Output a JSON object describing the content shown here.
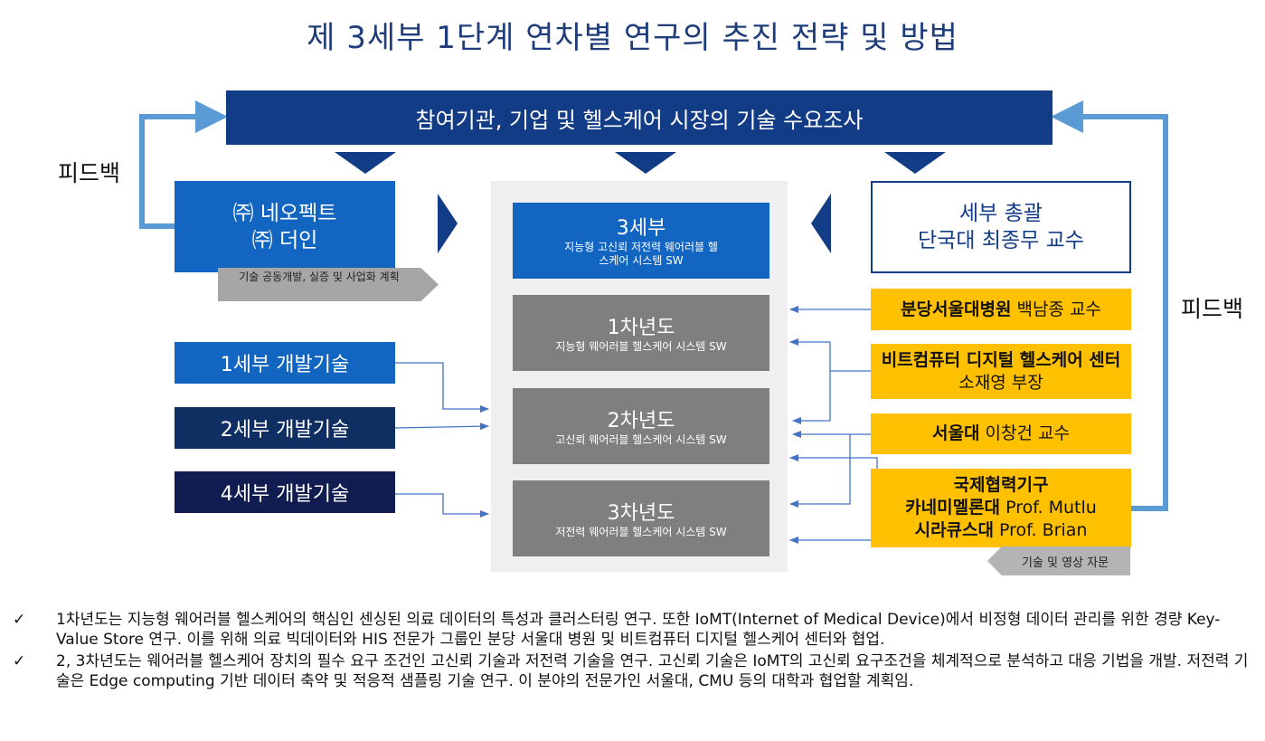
{
  "title": "제 3세부 1단계 연차별 연구의 추진 전략 및 방법",
  "survey": "참여기관, 기업 및 헬스케어 시장의 기술 수요조사",
  "feedback_left": "피드백",
  "feedback_right": "피드백",
  "partner_company": {
    "line1": "㈜ 네오펙트",
    "line2": "㈜ 더인"
  },
  "partner_note": "기술 공동개발, 실증 및 사업화 계획",
  "center": {
    "box3_title": "3세부",
    "box3_sub": "지능형 고신뢰 저전력 웨어러블 헬스케어 시스템 SW",
    "years": [
      {
        "title": "1차년도",
        "sub": "지능형 웨어러블 헬스케어 시스템 SW"
      },
      {
        "title": "2차년도",
        "sub": "고신뢰 웨어러블 헬스케어 시스템 SW"
      },
      {
        "title": "3차년도",
        "sub": "저전력 웨어러블 헬스케어 시스템 SW"
      }
    ]
  },
  "dev_tech": [
    {
      "label": "1세부 개발기술",
      "color": "#1266c1"
    },
    {
      "label": "2세부 개발기술",
      "color": "#0f2f63"
    },
    {
      "label": "4세부 개발기술",
      "color": "#111c50"
    }
  ],
  "lead": {
    "line1": "세부 총괄",
    "line2_bold": "단국대",
    "line2_rest": " 최종무 교수"
  },
  "collaborators": [
    {
      "bold": "분당서울대병원",
      "rest": " 백남종 교수"
    },
    {
      "bold": "비트컴퓨터 디지털 헬스케어 센터",
      "rest": "소재영 부장"
    },
    {
      "bold": "서울대",
      "rest": " 이창건 교수"
    }
  ],
  "intl": {
    "line1": "국제협력기구",
    "line2_bold": "카네미멜론대",
    "line2_rest": " Prof. Mutlu",
    "line3_bold": "시라큐스대",
    "line3_rest": " Prof. Brian"
  },
  "intl_note": "기술 및 영상 자문",
  "notes": [
    "1차년도는 지능형 웨어러블 헬스케어의 핵심인 센싱된 의료 데이터의 특성과 클러스터링 연구. 또한 IoMT(Internet of Medical Device)에서 비정형 데이터 관리를 위한 경량 Key-Value Store 연구. 이를 위해 의료 빅데이터와 HIS 전문가 그룹인 분당 서울대 병원 및 비트컴퓨터 디지털 헬스케어 센터와 협업.",
    "2, 3차년도는 웨어러블 헬스케어 장치의 필수 요구 조건인 고신뢰 기술과 저전력 기술을 연구. 고신뢰 기술은 IoMT의 고신뢰 요구조건을 체계적으로 분석하고 대응 기법을 개발. 저전력 기술은 Edge computing 기반 데이터 축약 및 적응적 샘플링 기술 연구. 이 분야의 전문가인 서울대, CMU 등의 대학과 협업할 계획임."
  ],
  "check_mark": "✓",
  "colors": {
    "navy": "#123c86",
    "blue": "#1266c1",
    "grey": "#7f7f7f",
    "yellow": "#ffc000",
    "feedback_line": "#5b9bd5",
    "connector": "#4472c4"
  }
}
